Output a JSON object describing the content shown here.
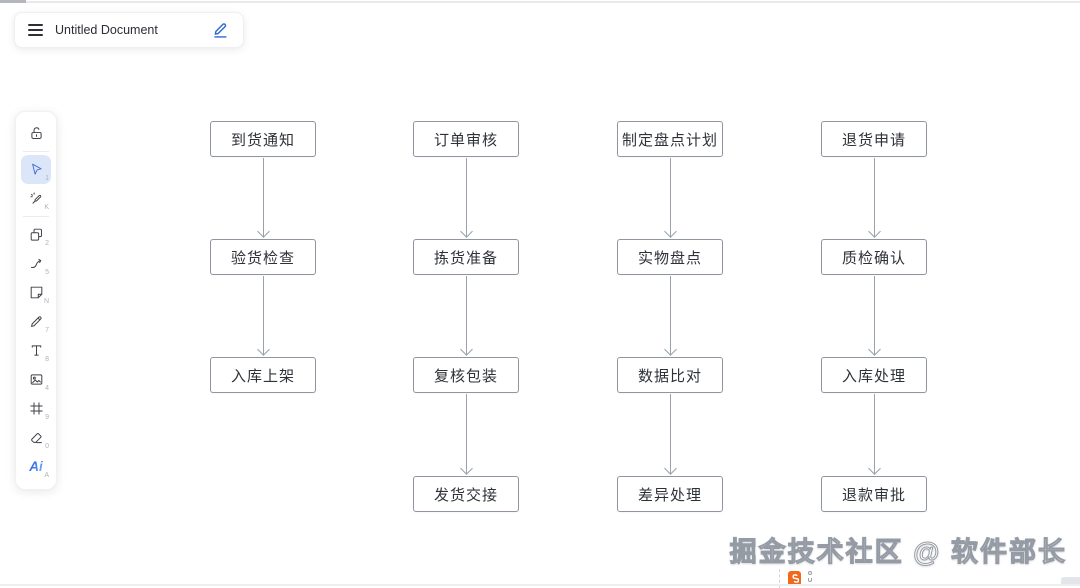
{
  "window": {
    "title": "Untitled Document"
  },
  "toolbar": {
    "tools": [
      {
        "name": "unlock",
        "shortcut": ""
      },
      {
        "name": "selection",
        "shortcut": "1",
        "active": true
      },
      {
        "name": "laser-pointer",
        "shortcut": "K"
      },
      {
        "name": "shapes",
        "shortcut": "2"
      },
      {
        "name": "connector",
        "shortcut": "5"
      },
      {
        "name": "sticky-note",
        "shortcut": "N"
      },
      {
        "name": "draw",
        "shortcut": "7"
      },
      {
        "name": "text",
        "shortcut": "8"
      },
      {
        "name": "image",
        "shortcut": "4"
      },
      {
        "name": "frame",
        "shortcut": "9"
      },
      {
        "name": "eraser",
        "shortcut": "0"
      },
      {
        "name": "ai",
        "shortcut": "A",
        "label": "Ai"
      }
    ]
  },
  "flowchart": {
    "columns": [
      {
        "nodes": [
          "到货通知",
          "验货检查",
          "入库上架"
        ]
      },
      {
        "nodes": [
          "订单审核",
          "拣货准备",
          "复核包装",
          "发货交接"
        ]
      },
      {
        "nodes": [
          "制定盘点计划",
          "实物盘点",
          "数据比对",
          "差异处理"
        ]
      },
      {
        "nodes": [
          "退货申请",
          "质检确认",
          "入库处理",
          "退款审批"
        ]
      }
    ]
  },
  "watermark": {
    "text": "掘金技术社区 @ 软件部长"
  },
  "colors": {
    "accent_blue": "#2e67d1",
    "active_tool_bg": "#dbe6f9",
    "node_border": "#8f969f",
    "arrow": "#9aa1ab",
    "badge_orange": "#f2691d",
    "watermark_outline": "#959ba4"
  }
}
